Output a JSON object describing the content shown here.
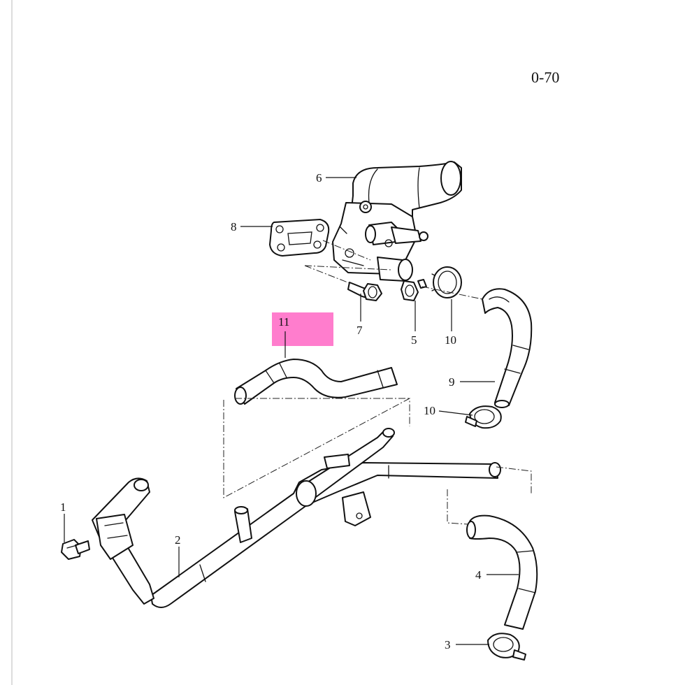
{
  "diagram": {
    "section_code": "0-70",
    "highlight_color": "#ff6fc8",
    "labels": {
      "p1": "1",
      "p2": "2",
      "p3": "3",
      "p4": "4",
      "p5": "5",
      "p6": "6",
      "p7": "7",
      "p8": "8",
      "p9": "9",
      "p10a": "10",
      "p10b": "10",
      "p11": "11"
    }
  }
}
